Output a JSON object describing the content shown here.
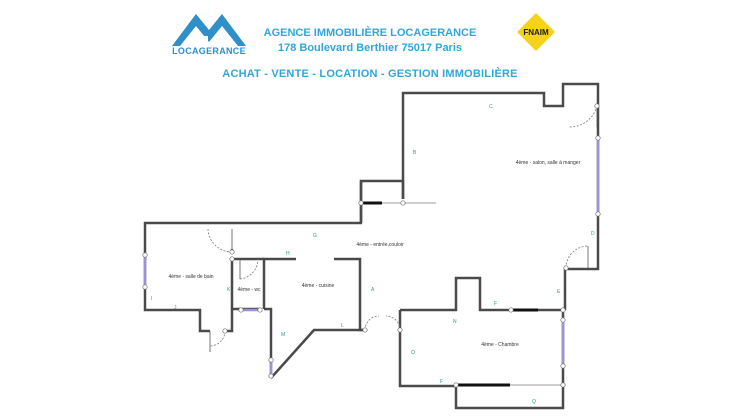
{
  "header": {
    "logo_text": "LOCAGERANCE",
    "agency_name": "AGENCE IMMOBILIÈRE LOCAGERANCE",
    "agency_address": "178 Boulevard Berthier 75017 Paris",
    "tagline": "ACHAT - VENTE - LOCATION - GESTION IMMOBILIÈRE",
    "fnaim_text": "FNAIM",
    "brand_color": "#2fa7d9",
    "fnaim_color": "#f6d21b"
  },
  "rooms": {
    "salon": "4ème - salon, salle à manger",
    "entree": "4ème - entrée,couloir",
    "salle_de_bain": "4ème - salle de bain",
    "wc": "4ème - wc",
    "cuisine": "4ème - cuisine",
    "chambre": "4ème - Chambre"
  },
  "wall_labels": {
    "c": "C",
    "b": "B",
    "d": "D",
    "e": "E",
    "g": "G",
    "h": "H",
    "i": "I",
    "j": "J",
    "k": "K",
    "l": "L",
    "m": "M",
    "a": "A",
    "f1": "F",
    "f2": "F",
    "n": "N",
    "o": "O",
    "q": "Q"
  },
  "colors": {
    "wall": "#4a4a4a",
    "window": "#9b93d6",
    "label": "#2e9e6e"
  }
}
